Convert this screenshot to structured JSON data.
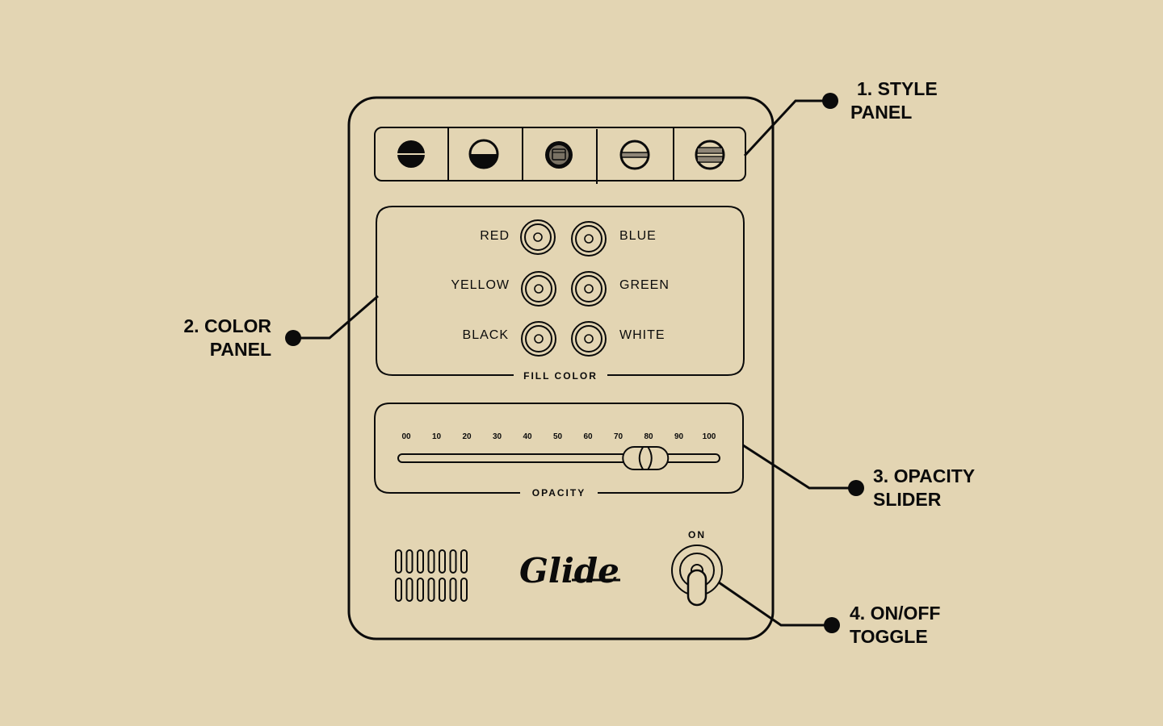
{
  "callouts": {
    "style": {
      "line1": "1. STYLE",
      "line2": "PANEL"
    },
    "color": {
      "line1": "2. COLOR",
      "line2": "PANEL"
    },
    "opacity": {
      "line1": "3. OPACITY",
      "line2": "SLIDER"
    },
    "toggle": {
      "line1": "4. ON/OFF",
      "line2": "TOGGLE"
    }
  },
  "style_panel": {
    "options": [
      {
        "icon": "fill-solid-icon"
      },
      {
        "icon": "fill-half-icon"
      },
      {
        "icon": "fill-window-icon",
        "selected": true
      },
      {
        "icon": "fill-line-icon"
      },
      {
        "icon": "fill-stripes-icon"
      }
    ]
  },
  "color_panel": {
    "title": "FILL COLOR",
    "colors": [
      {
        "label": "RED"
      },
      {
        "label": "BLUE"
      },
      {
        "label": "YELLOW"
      },
      {
        "label": "GREEN"
      },
      {
        "label": "BLACK"
      },
      {
        "label": "WHITE"
      }
    ]
  },
  "opacity_panel": {
    "title": "OPACITY",
    "ticks": [
      "00",
      "10",
      "20",
      "30",
      "40",
      "50",
      "60",
      "70",
      "80",
      "90",
      "100"
    ],
    "value": 79
  },
  "brand": {
    "logo": "Glide"
  },
  "toggle": {
    "label": "ON",
    "state": "on"
  },
  "colors": {
    "background": "#e3d5b3",
    "ink": "#0b0b0b"
  }
}
